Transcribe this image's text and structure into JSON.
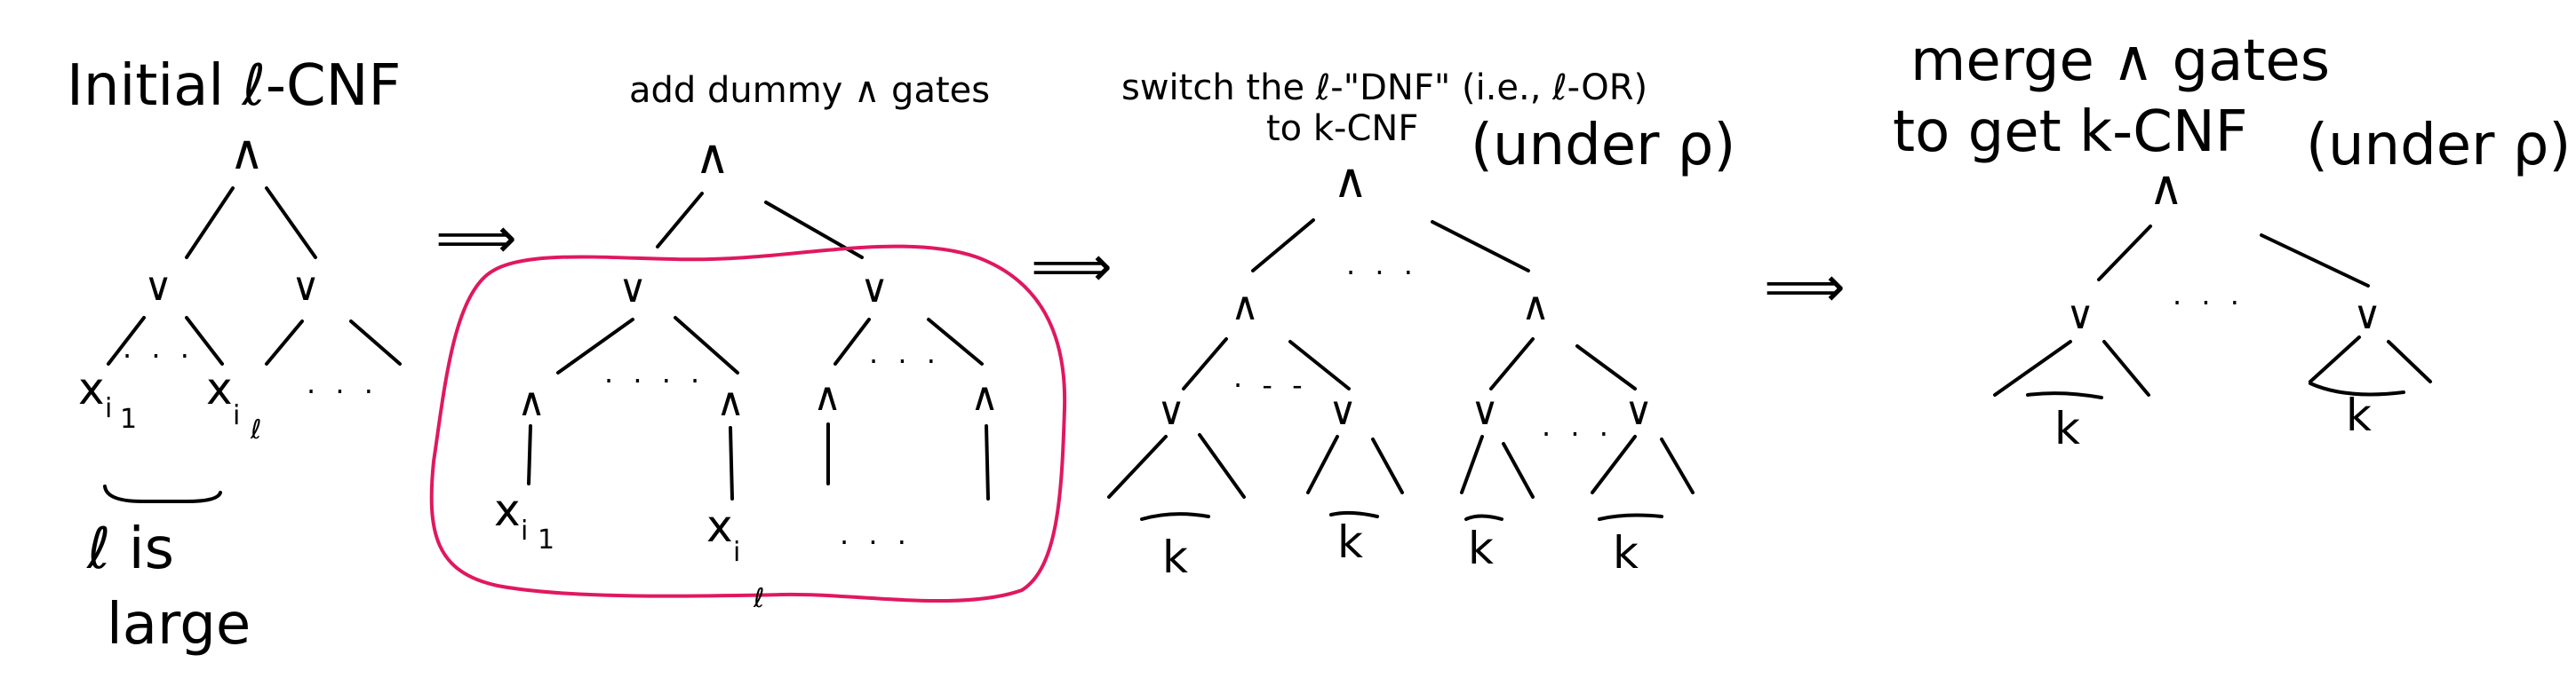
{
  "stages": [
    {
      "title": "Initial ℓ-CNF",
      "root_gate": "∧",
      "or_gate_left": "∨",
      "or_gate_right": "∨",
      "var_first": "x",
      "var_first_sub": "i",
      "var_first_subsub": "1",
      "var_last": "x",
      "var_last_sub": "i",
      "var_last_subsub": "ℓ",
      "dots_vars": "· · ·",
      "dots_trailing": "· · ·",
      "note_line1": "ℓ is",
      "note_line2": "large"
    },
    {
      "title": "add dummy ∧ gates",
      "root_gate": "∧",
      "or_gate_left": "∨",
      "or_gate_right": "∨",
      "and_gate_1": "∧",
      "and_gate_2": "∧",
      "and_gate_3": "∧",
      "and_gate_4": "∧",
      "dots_left": "· · · ·",
      "dots_right": "· · ·",
      "var_first": "x",
      "var_first_sub": "i",
      "var_first_subsub": "1",
      "var_last": "x",
      "var_last_sub": "i",
      "var_last_subsub": "ℓ",
      "dots_bottom": "· · ·"
    },
    {
      "title_line1": "switch the ℓ-\"DNF\" (i.e., ℓ-OR)",
      "title_line2_a": "to k-CNF",
      "title_line2_b": "(under ρ)",
      "root_gate": "∧",
      "dots_top": "· · ·",
      "and_gate_left": "∧",
      "and_gate_right": "∧",
      "or_gate_1": "∨",
      "or_gate_2": "∨",
      "or_gate_3": "∨",
      "or_gate_4": "∨",
      "dots_mid_left": "· - -",
      "dots_mid_right": "· · ·",
      "k_1": "k",
      "k_2": "k",
      "k_3": "k",
      "k_4": "k"
    },
    {
      "title_line1": "merge ∧ gates",
      "title_line2_a": "to get k-CNF",
      "title_line2_b": "(under ρ)",
      "root_gate": "∧",
      "or_gate_left": "∨",
      "or_gate_right": "∨",
      "dots_mid": "· · ·",
      "k_left": "k",
      "k_right": "k"
    }
  ],
  "arrows": [
    "⟹",
    "⟹",
    "⟹"
  ],
  "colors": {
    "ink": "#000000",
    "highlight": "#e0185f",
    "background": "#ffffff"
  }
}
